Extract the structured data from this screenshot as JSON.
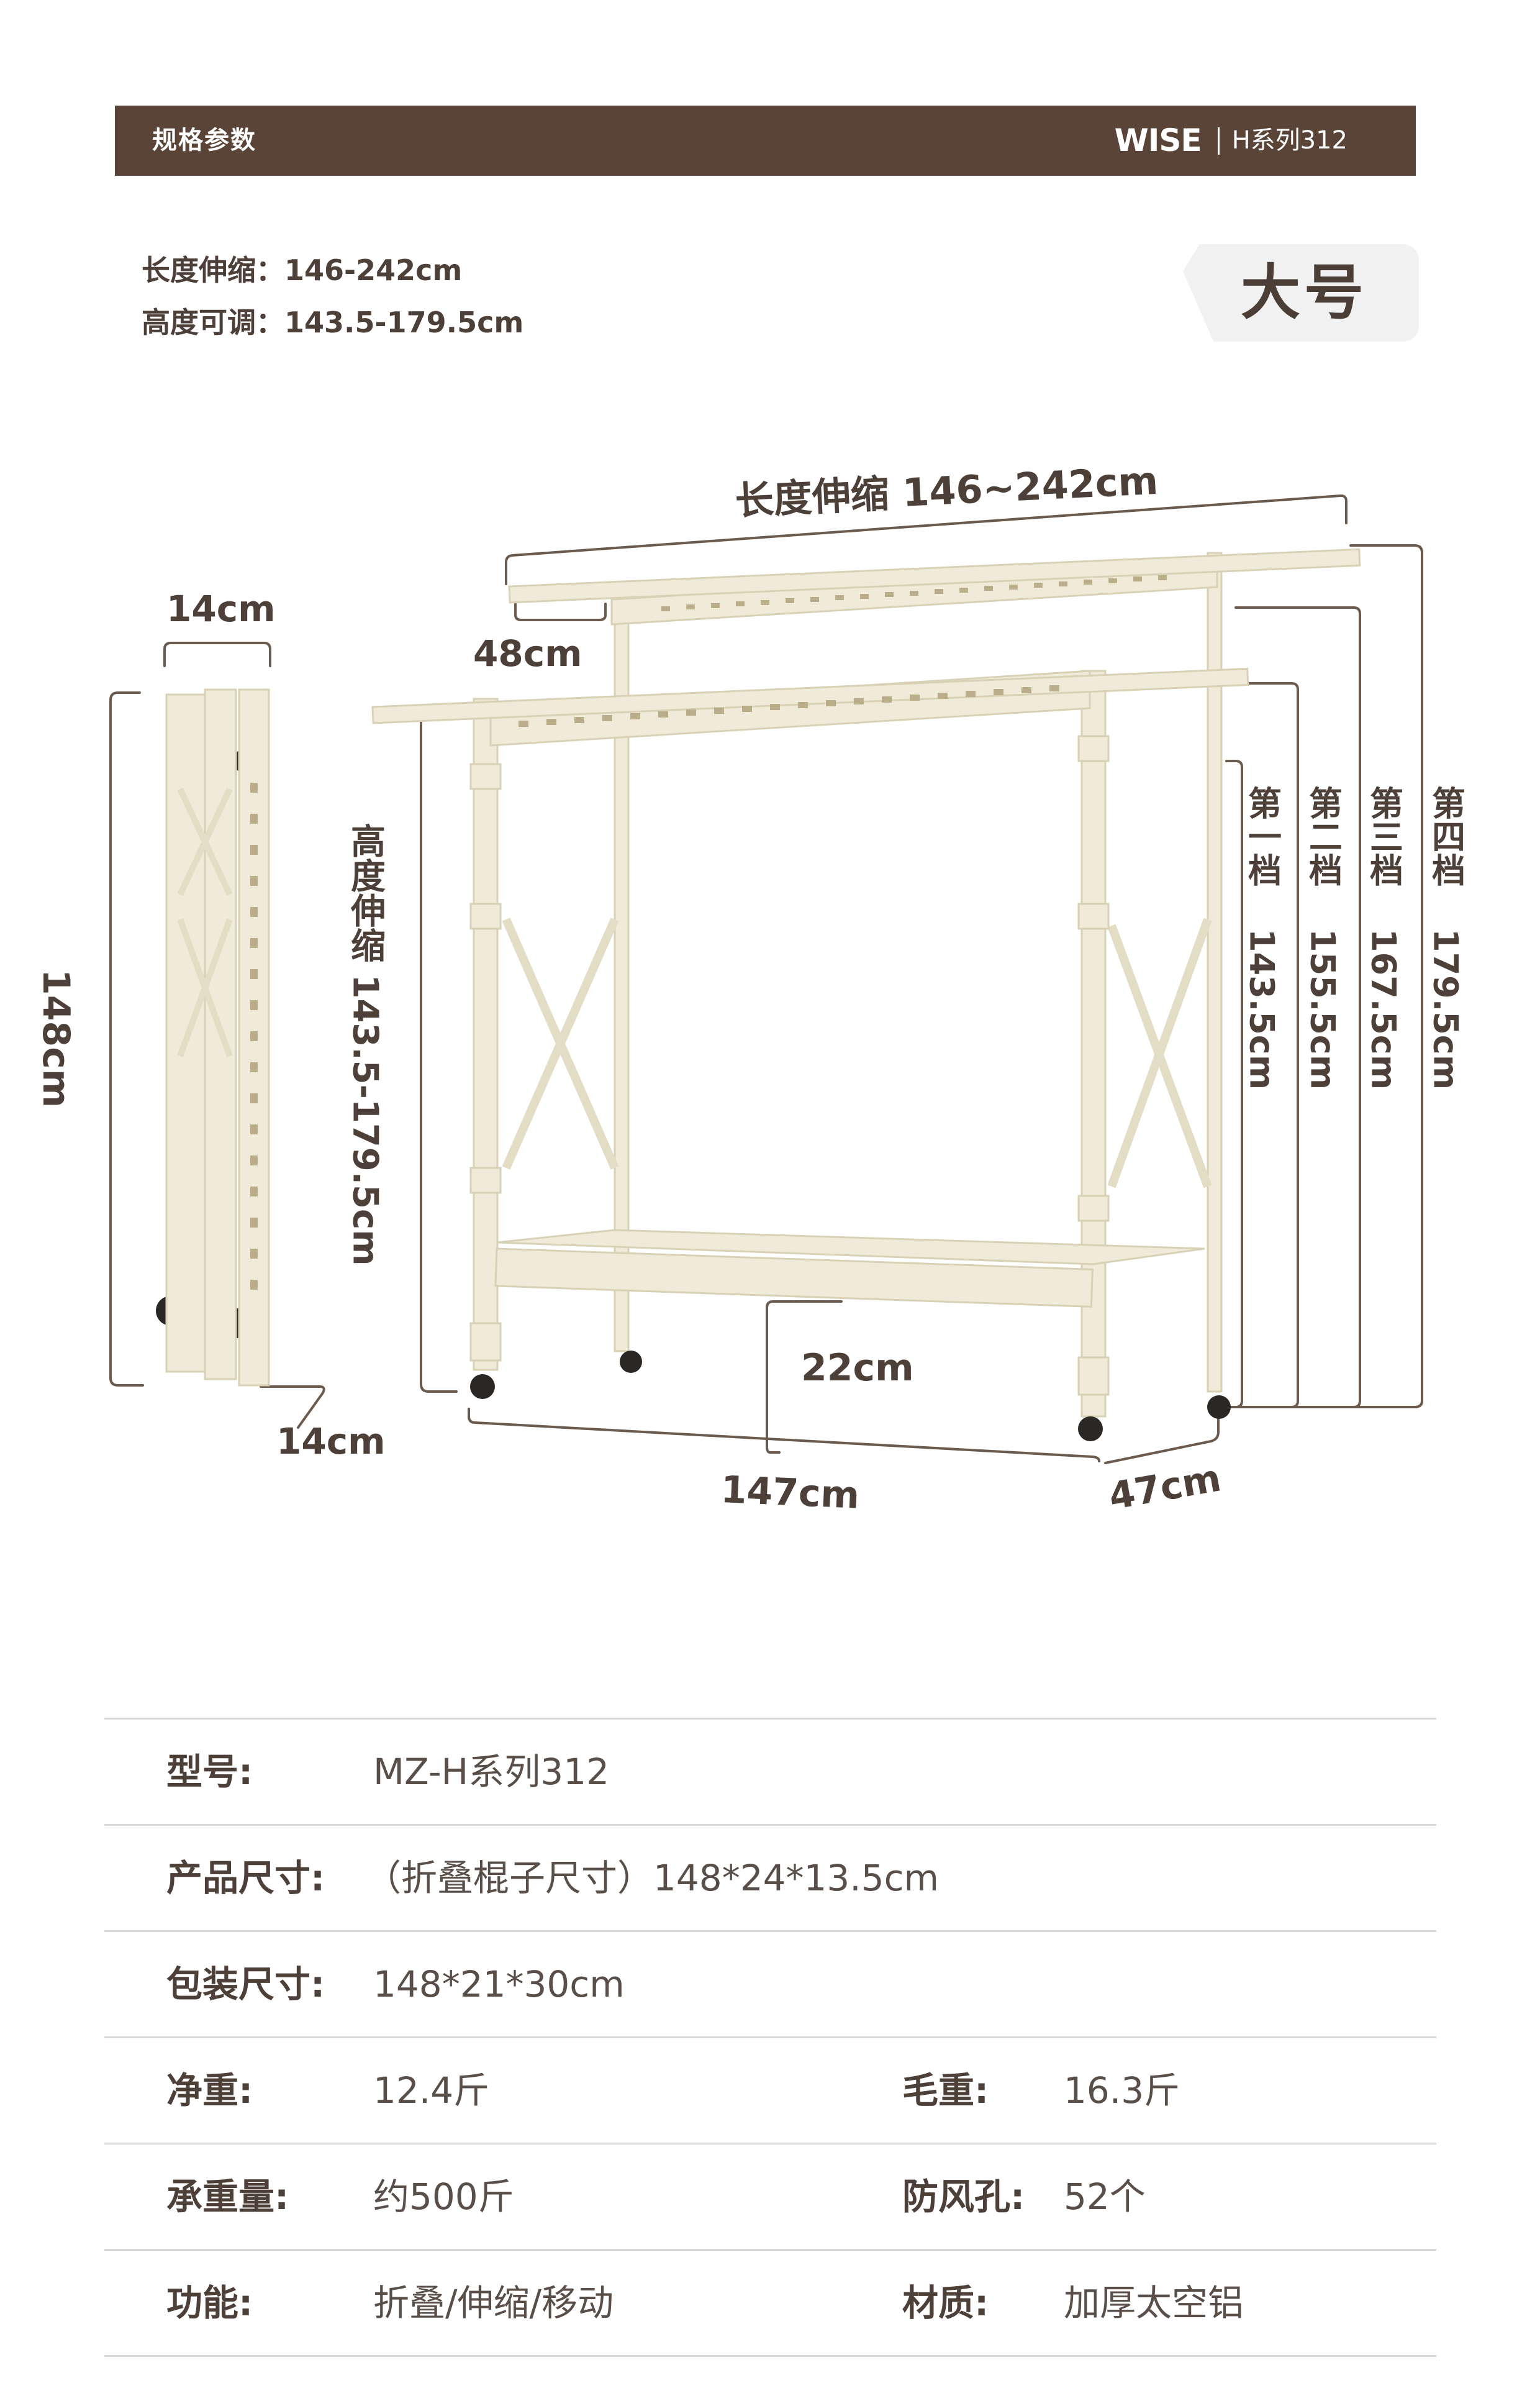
{
  "banner": {
    "title": "规格参数",
    "brand": "WISE",
    "series": "H系列312"
  },
  "specs": {
    "length_line": "长度伸缩：146-242cm",
    "height_line": "高度可调：143.5-179.5cm"
  },
  "size_badge": "大号",
  "diagram": {
    "length_range": "长度伸缩 146~242cm",
    "rod_offset": "48cm",
    "height_range": "高度伸缩 143.5-179.5cm",
    "gear_1_title": "第一档",
    "gear_1_value": "143.5cm",
    "gear_2_title": "第二档",
    "gear_2_value": "155.5cm",
    "gear_3_title": "第三档",
    "gear_3_value": "167.5cm",
    "gear_4_title": "第四档",
    "gear_4_value": "179.5cm",
    "shelf_depth": "22cm",
    "base_length": "147cm",
    "base_width": "47cm",
    "folded_top_width": "14cm",
    "folded_height": "148cm",
    "folded_bottom_depth": "14cm"
  },
  "table": {
    "rows": [
      {
        "label": "型号:",
        "value": "MZ-H系列312"
      },
      {
        "label": "产品尺寸:",
        "value": "（折叠棍子尺寸）148*24*13.5cm"
      },
      {
        "label": "包装尺寸:",
        "value": "148*21*30cm"
      },
      {
        "label": "净重:",
        "value": "12.4斤",
        "label2": "毛重:",
        "value2": "16.3斤"
      },
      {
        "label": "承重量:",
        "value": "约500斤",
        "label2": "防风孔:",
        "value2": "52个"
      },
      {
        "label": "功能:",
        "value": "折叠/伸缩/移动",
        "label2": "材质:",
        "value2": "加厚太空铝"
      }
    ]
  },
  "colors": {
    "banner_bg": "#5a4437",
    "frame": "#f0ebd8",
    "frame_edge": "#d9d1b6",
    "dim_line": "#6b5a4e"
  }
}
